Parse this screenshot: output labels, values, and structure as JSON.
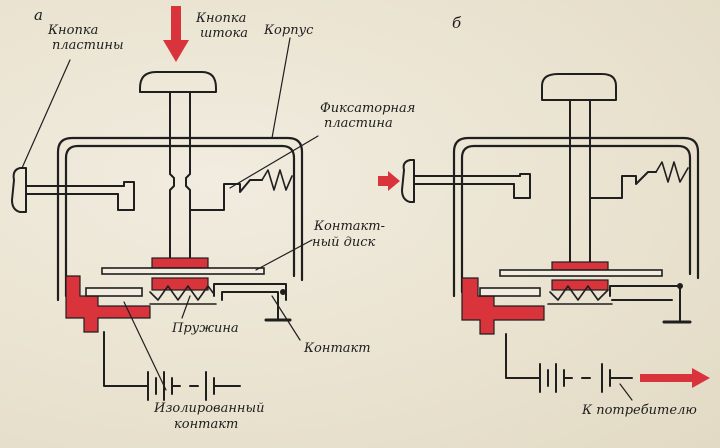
{
  "panel_a": {
    "letter": "а",
    "labels": {
      "plate_button": [
        "Кнопка",
        "пластины"
      ],
      "rod_button": [
        "Кнопка",
        "штока"
      ],
      "housing": "Корпус",
      "lock_plate": [
        "Фиксаторная",
        "пластина"
      ],
      "contact_disc": [
        "Контакт-",
        "ный диск"
      ],
      "spring": "Пружина",
      "contact": "Контакт",
      "insulated_contact": [
        "Изолированный",
        "контакт"
      ]
    }
  },
  "panel_b": {
    "letter": "б",
    "labels": {
      "to_consumer": "К потребителю"
    }
  },
  "colors": {
    "accent_red": "#d9343c",
    "ink": "#1f1f1f",
    "paper": "#ece6d6"
  }
}
